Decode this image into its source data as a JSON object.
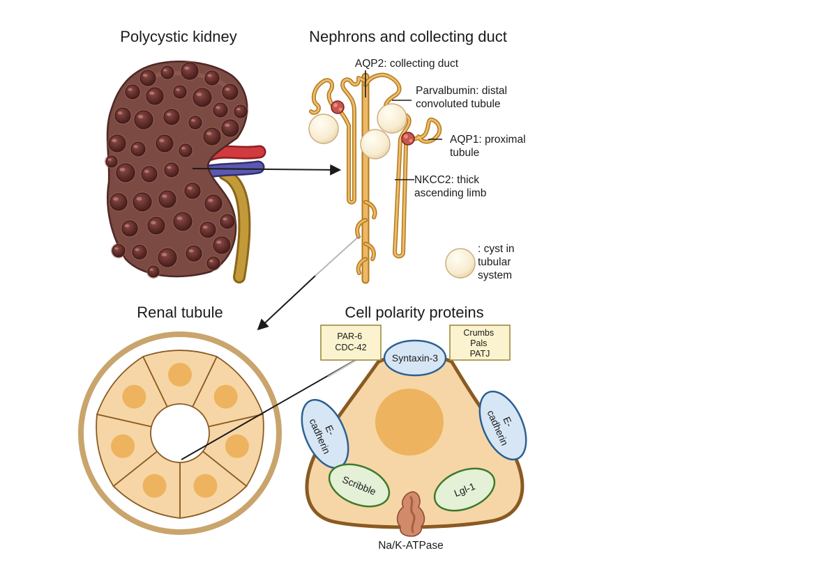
{
  "panels": {
    "kidney": {
      "title": "Polycystic kidney"
    },
    "nephron": {
      "title": "Nephrons and collecting duct"
    },
    "tubule": {
      "title": "Renal tubule"
    },
    "polarity": {
      "title": "Cell polarity proteins"
    }
  },
  "nephron_labels": {
    "aqp2": "AQP2: collecting duct",
    "parvalbumin": [
      "Parvalbumin: distal",
      "convoluted tubule"
    ],
    "aqp1": [
      "AQP1: proximal",
      "tubule"
    ],
    "nkcc2": [
      "NKCC2: thick",
      "ascending limb"
    ]
  },
  "legend": {
    "cyst": [
      ": cyst in",
      "tubular",
      "system"
    ]
  },
  "polarity_proteins": {
    "par_box": [
      "PAR-6",
      "CDC-42"
    ],
    "crumbs_box": [
      "Crumbs",
      "Pals",
      "PATJ"
    ],
    "syntaxin": "Syntaxin-3",
    "ecadherin_left": [
      "E-",
      "cadherin"
    ],
    "ecadherin_right": [
      "E-",
      "cadherin"
    ],
    "scribble": "Scribble",
    "lgl": "Lgl-1",
    "atpase": "Na/K-ATPase"
  },
  "colors": {
    "kidney_tissue": "#7b4a42",
    "cyst_dark": "#5a2a26",
    "tubule_gold": "#e8ae55",
    "cell_fill": "#f6d6a6",
    "cell_outline": "#8a5a22",
    "nucleus": "#eeb35e",
    "artery": "#c8323a",
    "vein": "#4b4a9c",
    "ureter": "#b58a2a",
    "box_fill": "#fbf3cf",
    "box_border": "#9e8a3c",
    "blue_fill": "#d7e6f5",
    "blue_border": "#2c5f92",
    "green_fill": "#e4f1d6",
    "green_border": "#3d7a2c"
  }
}
